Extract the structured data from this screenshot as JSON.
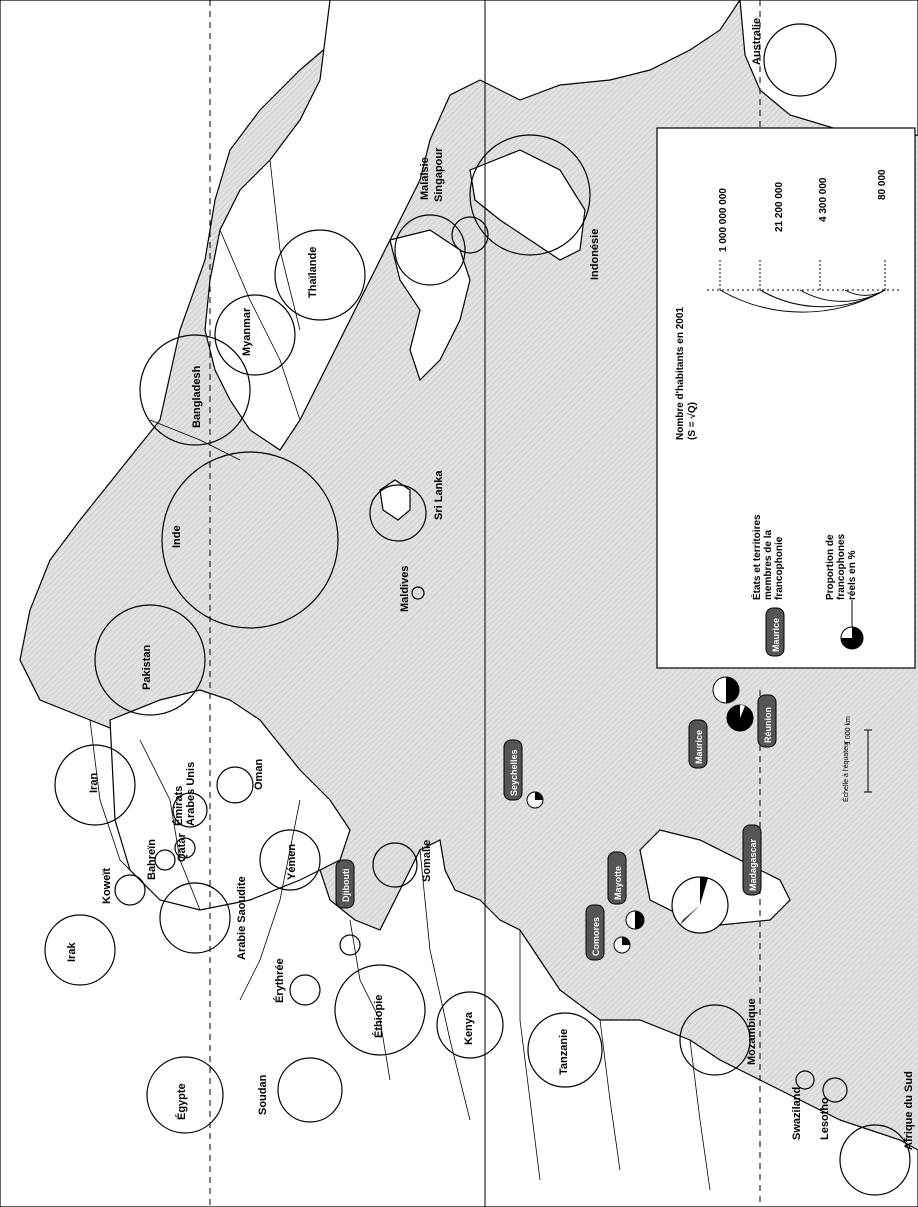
{
  "map": {
    "countries": [
      {
        "id": "irak",
        "label": "Irak"
      },
      {
        "id": "koweit",
        "label": "Koweït"
      },
      {
        "id": "iran",
        "label": "Iran"
      },
      {
        "id": "bahrein",
        "label": "Bahreïn"
      },
      {
        "id": "qatar",
        "label": "Qatar"
      },
      {
        "id": "emirats",
        "label": "Émirats\nArabes Unis"
      },
      {
        "id": "oman",
        "label": "Oman"
      },
      {
        "id": "arabie",
        "label": "Arabie Saoudite"
      },
      {
        "id": "yemen",
        "label": "Yémen"
      },
      {
        "id": "egypte",
        "label": "Égypte"
      },
      {
        "id": "soudan",
        "label": "Soudan"
      },
      {
        "id": "erythree",
        "label": "Érythrée"
      },
      {
        "id": "ethiopie",
        "label": "Éthiopie"
      },
      {
        "id": "somalie",
        "label": "Somalie"
      },
      {
        "id": "kenya",
        "label": "Kenya"
      },
      {
        "id": "tanzanie",
        "label": "Tanzanie"
      },
      {
        "id": "mozambique",
        "label": "Mozambique"
      },
      {
        "id": "swaziland",
        "label": "Swaziland"
      },
      {
        "id": "lesotho",
        "label": "Lesotho"
      },
      {
        "id": "afriquesud",
        "label": "Afrique du Sud"
      },
      {
        "id": "pakistan",
        "label": "Pakistan"
      },
      {
        "id": "inde",
        "label": "Inde"
      },
      {
        "id": "maldives",
        "label": "Maldives"
      },
      {
        "id": "srilanka",
        "label": "Sri Lanka"
      },
      {
        "id": "bangladesh",
        "label": "Bangladesh"
      },
      {
        "id": "myanmar",
        "label": "Myanmar"
      },
      {
        "id": "thailande",
        "label": "Thaïlande"
      },
      {
        "id": "malaisie",
        "label": "Malaisie"
      },
      {
        "id": "singapour",
        "label": "Singapour"
      },
      {
        "id": "indonesie",
        "label": "Indonésie"
      },
      {
        "id": "australie",
        "label": "Australie"
      }
    ],
    "francophone": [
      {
        "id": "djibouti",
        "label": "Djibouti"
      },
      {
        "id": "seychelles",
        "label": "Seychelles"
      },
      {
        "id": "comores",
        "label": "Comores"
      },
      {
        "id": "mayotte",
        "label": "Mayotte"
      },
      {
        "id": "madagascar",
        "label": "Madagascar"
      },
      {
        "id": "maurice",
        "label": "Maurice"
      },
      {
        "id": "reunion",
        "label": "Réunion"
      }
    ]
  },
  "scale": {
    "caption": "Échelle à l'équateur",
    "value": "1 000 km"
  },
  "legend": {
    "sample_badge": "Maurice",
    "member_text": [
      "États et territoires",
      "membres de la",
      "francophonie"
    ],
    "proportion_text": [
      "Proportion de",
      "francophones",
      "réels en %"
    ],
    "population_title": [
      "Nombre d'habitants en 2001",
      "(S = √Q)"
    ],
    "population_values": [
      "1 000 000 000",
      "21 200 000",
      "4 300 000",
      "80 000"
    ]
  },
  "colors": {
    "sea": "#dcdcdc",
    "land": "#ffffff",
    "ink": "#000000",
    "badge": "#555555"
  }
}
